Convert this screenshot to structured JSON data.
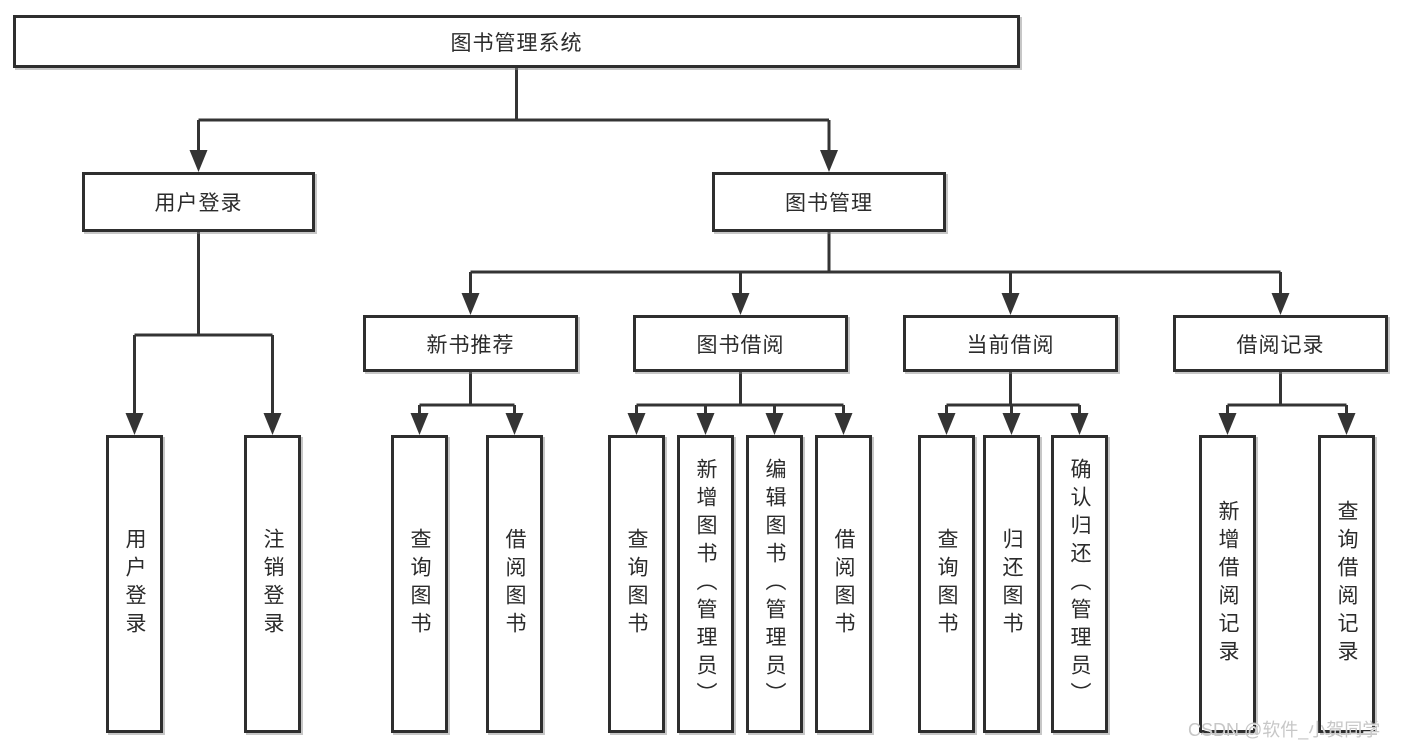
{
  "tree": {
    "root": {
      "label": "图书管理系统"
    },
    "children": [
      {
        "label": "用户登录",
        "children": [
          {
            "label": "用户登录"
          },
          {
            "label": "注销登录"
          }
        ]
      },
      {
        "label": "图书管理",
        "children": [
          {
            "label": "新书推荐",
            "children": [
              {
                "label": "查询图书"
              },
              {
                "label": "借阅图书"
              }
            ]
          },
          {
            "label": "图书借阅",
            "children": [
              {
                "label": "查询图书"
              },
              {
                "label": "新增图书（管理员）"
              },
              {
                "label": "编辑图书（管理员）"
              },
              {
                "label": "借阅图书"
              }
            ]
          },
          {
            "label": "当前借阅",
            "children": [
              {
                "label": "查询图书"
              },
              {
                "label": "归还图书"
              },
              {
                "label": "确认归还（管理员）"
              }
            ]
          },
          {
            "label": "借阅记录",
            "children": [
              {
                "label": "新增借阅记录"
              },
              {
                "label": "查询借阅记录"
              }
            ]
          }
        ]
      }
    ]
  },
  "watermark": {
    "text": "CSDN @软件_小贺同学"
  },
  "colors": {
    "line": "#343434",
    "box_border": "#2e2e2e",
    "box_fill": "#ffffff",
    "text": "#2b2b2b",
    "watermark": "#c7c7c7"
  }
}
